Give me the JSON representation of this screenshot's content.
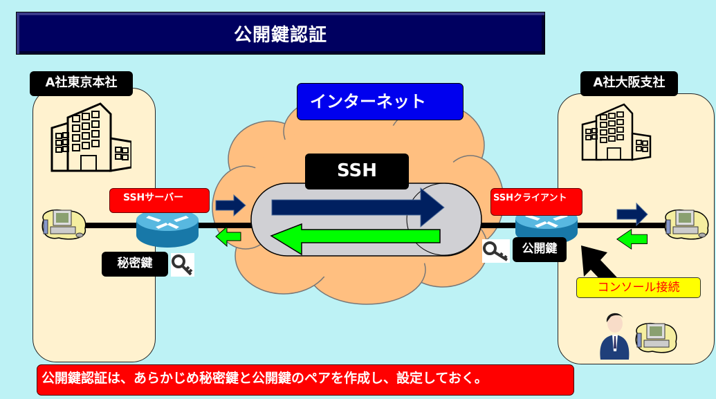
{
  "title": "公開鍵認証",
  "sites": {
    "left": {
      "label": "A社東京本社",
      "role_label": "SSHサーバー",
      "key_label": "秘密鍵"
    },
    "right": {
      "label": "A社大阪支社",
      "role_label": "SSHクライアント",
      "key_label": "公開鍵",
      "console_label": "コンソール接続"
    }
  },
  "network": {
    "label": "インターネット",
    "tunnel_label": "SSH"
  },
  "note": "公開鍵認証は、あらかじめ秘密鍵と公開鍵のペアを作成し、設定しておく。",
  "colors": {
    "background": "#bdf2f5",
    "title_bar": "#000060",
    "site_panel": "#fff2cf",
    "cloud": "#ffbf80",
    "tunnel": "#d0d0d4",
    "arrow_outbound": "#002060",
    "arrow_inbound": "#00ff00",
    "label_red": "#ff0000",
    "label_blue": "#0000ee",
    "label_yellow": "#ffff00"
  }
}
